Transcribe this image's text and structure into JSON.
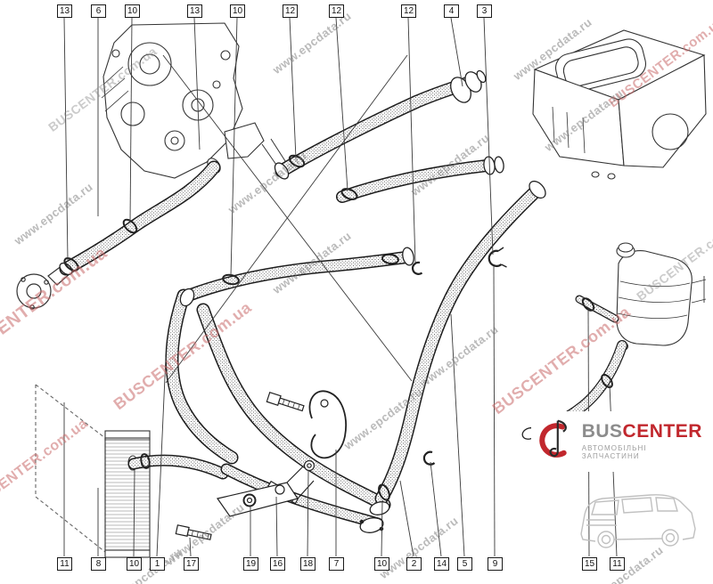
{
  "watermarks": {
    "primary": "BUSCENTER.com.ua",
    "secondary": "www.epcdata.ru",
    "primary_color": "#c96a6a",
    "secondary_color": "#8a8a8a"
  },
  "callouts": {
    "top": [
      {
        "label": "13"
      },
      {
        "label": "6"
      },
      {
        "label": "10"
      },
      {
        "label": "13"
      },
      {
        "label": "10"
      },
      {
        "label": "12"
      },
      {
        "label": "12"
      },
      {
        "label": "12"
      },
      {
        "label": "4"
      },
      {
        "label": "3"
      }
    ],
    "bottom": [
      {
        "label": "11"
      },
      {
        "label": "8"
      },
      {
        "label": "10"
      },
      {
        "label": "1"
      },
      {
        "label": "17"
      },
      {
        "label": "19"
      },
      {
        "label": "16"
      },
      {
        "label": "18"
      },
      {
        "label": "7"
      },
      {
        "label": "10"
      },
      {
        "label": "2"
      },
      {
        "label": "14"
      },
      {
        "label": "5"
      },
      {
        "label": "9"
      },
      {
        "label": "15"
      },
      {
        "label": "11"
      }
    ]
  },
  "logo": {
    "bus": "BUS",
    "center": "CENTER",
    "tagline": "АВТОМОБІЛЬНІ ЗАПЧАСТИНИ",
    "red": "#c1272d",
    "gray": "#8c8c8c"
  }
}
